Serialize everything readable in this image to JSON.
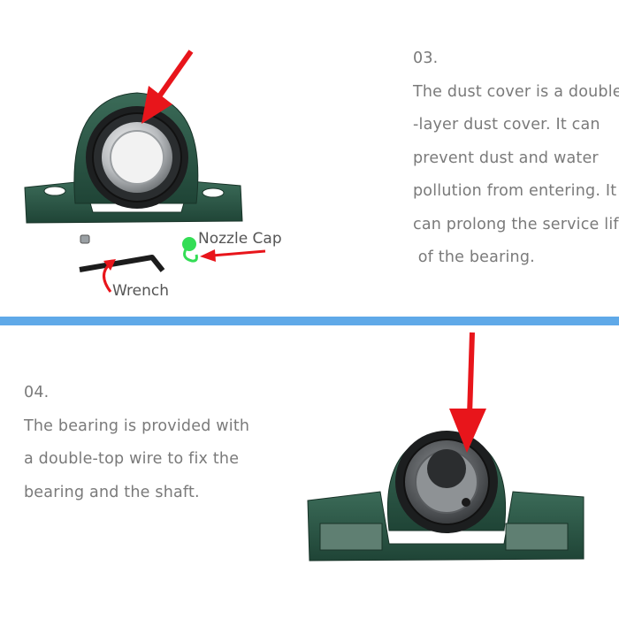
{
  "top_section": {
    "number": "03.",
    "lines": [
      "The dust cover is a double",
      "-layer dust cover. It can",
      "prevent dust and water",
      "pollution from entering. It",
      "can prolong the service life",
      " of the bearing."
    ],
    "labels": {
      "nozzle_cap": "Nozzle Cap",
      "wrench": "Wrench"
    }
  },
  "bottom_section": {
    "number": "04.",
    "lines": [
      "The bearing is provided with",
      "a double-top wire to fix the",
      "bearing and the shaft."
    ]
  },
  "colors": {
    "housing": "#2f5a4a",
    "arrow": "#e8151b",
    "divider": "#5fa9e8",
    "nozzle_cap": "#33dd55",
    "text": "#7a7a7a"
  }
}
